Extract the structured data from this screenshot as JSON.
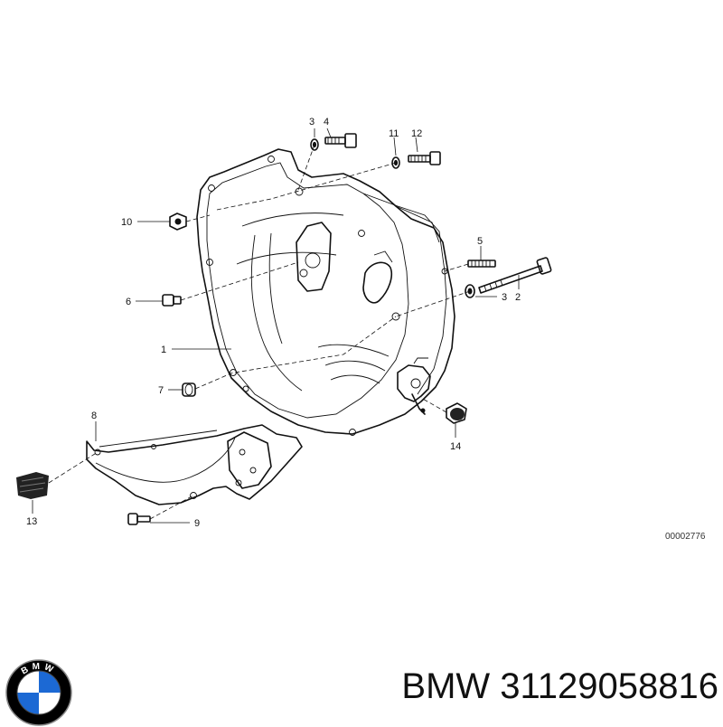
{
  "diagram": {
    "reference_code": "00002776",
    "callouts": [
      {
        "id": "c1",
        "label": "1"
      },
      {
        "id": "c2",
        "label": "2"
      },
      {
        "id": "c3a",
        "label": "3"
      },
      {
        "id": "c3b",
        "label": "3"
      },
      {
        "id": "c4",
        "label": "4"
      },
      {
        "id": "c5",
        "label": "5"
      },
      {
        "id": "c6",
        "label": "6"
      },
      {
        "id": "c7",
        "label": "7"
      },
      {
        "id": "c8",
        "label": "8"
      },
      {
        "id": "c9",
        "label": "9"
      },
      {
        "id": "c10",
        "label": "10"
      },
      {
        "id": "c11",
        "label": "11"
      },
      {
        "id": "c12",
        "label": "12"
      },
      {
        "id": "c13",
        "label": "13"
      },
      {
        "id": "c14",
        "label": "14"
      }
    ]
  },
  "brand": {
    "logo_text": "BMW",
    "caption": "BMW 31129058816"
  },
  "colors": {
    "line": "#111111",
    "logo_blue": "#1c69d4",
    "logo_white": "#ffffff",
    "logo_ring": "#000000"
  }
}
